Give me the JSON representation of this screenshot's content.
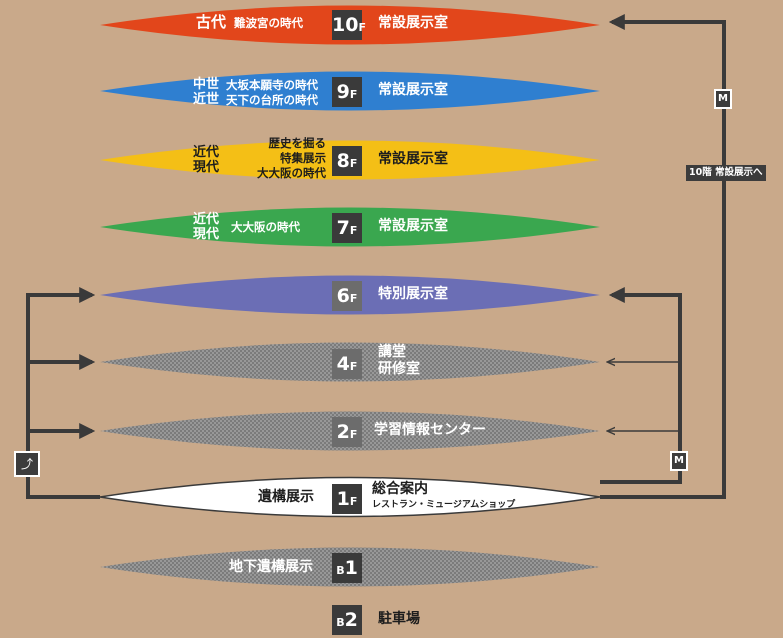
{
  "floors": {
    "f10": {
      "number": "10",
      "unit": "F",
      "era": "古代",
      "exhibit": "難波宮の時代",
      "room": "常設展示室",
      "color": "#e2461b"
    },
    "f9": {
      "number": "9",
      "unit": "F",
      "era1": "中世",
      "era2": "近世",
      "exhibit1": "大坂本願寺の時代",
      "exhibit2": "天下の台所の時代",
      "room": "常設展示室",
      "color": "#2f7fd0"
    },
    "f8": {
      "number": "8",
      "unit": "F",
      "era1": "近代",
      "era2": "現代",
      "exhibit1": "歴史を掘る",
      "exhibit2": "特集展示",
      "exhibit3": "大大阪の時代",
      "room": "常設展示室",
      "color": "#f4bf16"
    },
    "f7": {
      "number": "7",
      "unit": "F",
      "era1": "近代",
      "era2": "現代",
      "exhibit": "大大阪の時代",
      "room": "常設展示室",
      "color": "#3aa74f"
    },
    "f6": {
      "number": "6",
      "unit": "F",
      "room": "特別展示室",
      "color": "#6b6eb5"
    },
    "f4": {
      "number": "4",
      "unit": "F",
      "room1": "講堂",
      "room2": "研修室",
      "color": "#8c8c8c"
    },
    "f2": {
      "number": "2",
      "unit": "F",
      "room": "学習情報センター",
      "color": "#8c8c8c"
    },
    "f1": {
      "number": "1",
      "unit": "F",
      "left": "遺構展示",
      "room": "総合案内",
      "sub": "レストラン・ミュージアムショップ",
      "color": "#ffffff"
    },
    "b1": {
      "prefix": "B",
      "number": "1",
      "left": "地下遺構展示",
      "color": "#8c8c8c"
    },
    "b2": {
      "prefix": "B",
      "number": "2",
      "room": "駐車場"
    }
  },
  "route": {
    "elevator_label": "M",
    "to_10f": "10階 常設展示へ",
    "escalator_icon": "escalator-icon"
  }
}
